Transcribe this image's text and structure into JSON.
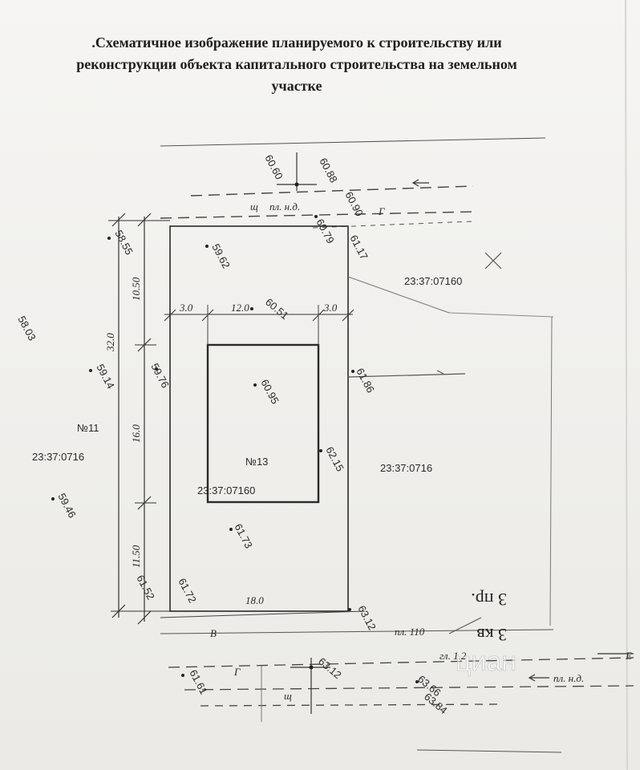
{
  "document": {
    "title_line1": ".Схематичное изображение планируемого к строительству или",
    "title_line2": "реконструкции объекта капитального строительства на земельном",
    "title_line3": "участке"
  },
  "plot": {
    "number": "№13",
    "cadastral": "23:37:07160"
  },
  "neighbors": {
    "left_number": "№11",
    "left_cadastral": "23:37:0716",
    "right_cadastral": "23:37:0716",
    "top_right_cadastral": "23:37:07160"
  },
  "dimensions": {
    "top_left_offset": "3.0",
    "top_middle": "12.0",
    "top_right_offset": "3.0",
    "bottom_width": "18.0",
    "left_total": "32.0",
    "left_top": "10.50",
    "left_middle": "16.0",
    "left_bottom": "11.50"
  },
  "elevations": {
    "e1": "60.60",
    "e2": "60.88",
    "e3": "60.90",
    "e4": "60.79",
    "e5": "61.17",
    "e6": "58.55",
    "e7": "59.62",
    "e8": "58.03",
    "e9": "60.51",
    "e10": "59.14",
    "e11": "59.76",
    "e12": "61.86",
    "e13": "60.95",
    "e14": "62.15",
    "e15": "59.46",
    "e16": "61.73",
    "e17": "61.72",
    "e18": "61.52",
    "e19": "63.12",
    "e20": "63.12",
    "e21": "61.61",
    "e22": "63.66",
    "e23": "63.84"
  },
  "road_labels": {
    "pl_nd_top": "пл. н.д.",
    "sh_top": "щ",
    "g_top": "Г",
    "pl_110": "пл. 110",
    "gl_12": "гл. 1.2",
    "g_bottom": "Г",
    "sh_bottom": "щ",
    "pl_nd_bottom": "пл. н.д.",
    "b_label": "B",
    "e_label": "E",
    "street_a": "3 пр.",
    "street_b": "3 кв"
  },
  "watermark": "циан"
}
